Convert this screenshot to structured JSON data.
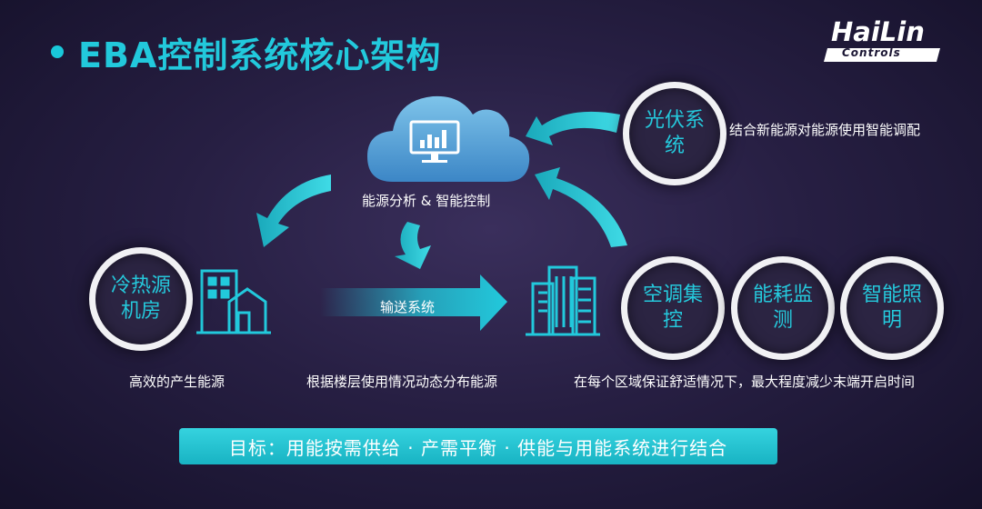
{
  "header": {
    "title": "EBA控制系统核心架构",
    "logo_top": "HaiLin",
    "logo_bottom": "Controls"
  },
  "cloud": {
    "caption": "能源分析 & 智能控制",
    "icon": "cloud-monitor-icon"
  },
  "solar": {
    "label": "光伏系统",
    "description": "结合新能源对能源使用智能调配"
  },
  "source": {
    "label": "冷热源机房",
    "description": "高效的产生能源",
    "icon": "building-icon"
  },
  "transport": {
    "label": "输送系统",
    "description": "根据楼层使用情况动态分布能源"
  },
  "building": {
    "icon": "office-building-icon"
  },
  "terminals": {
    "items": [
      {
        "label": "空调集控"
      },
      {
        "label": "能耗监测"
      },
      {
        "label": "智能照明"
      }
    ],
    "description": "在每个区域保证舒适情况下，最大程度减少末端开启时间"
  },
  "goal": {
    "text": "目标：用能按需供给 · 产需平衡 · 供能与用能系统进行结合"
  },
  "colors": {
    "accent": "#22c9dc",
    "background": "#271f43",
    "circle_border": "#f1f1f4",
    "goal_bar": "#22bfcf"
  }
}
